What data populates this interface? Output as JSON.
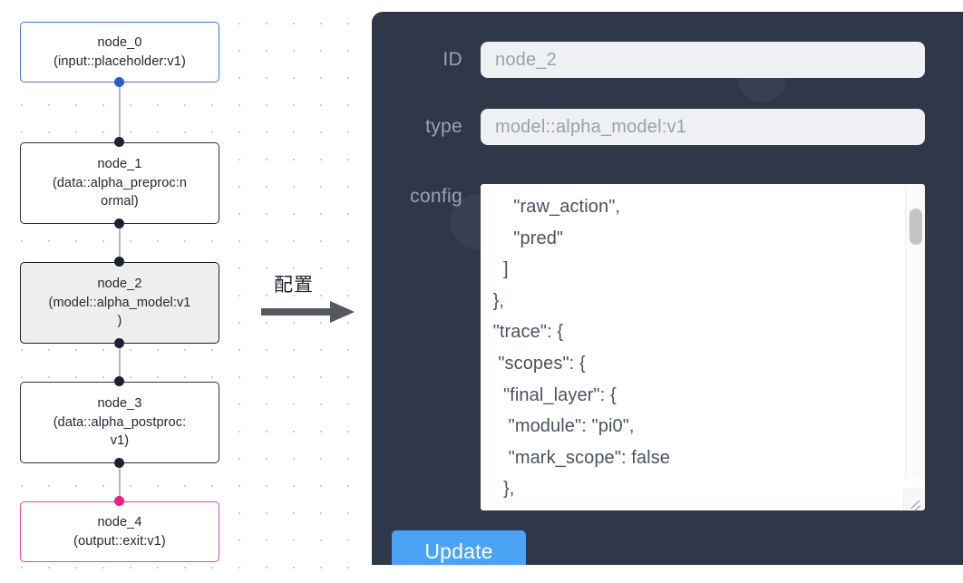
{
  "graph": {
    "nodes": [
      {
        "id": "node_0",
        "label": "node_0\n(input::placeholder:v1)",
        "state": "input"
      },
      {
        "id": "node_1",
        "label": "node_1\n(data::alpha_preproc:n\normal)",
        "state": "default"
      },
      {
        "id": "node_2",
        "label": "node_2\n(model::alpha_model:v1\n)",
        "state": "selected"
      },
      {
        "id": "node_3",
        "label": "node_3\n(data::alpha_postproc:\nv1)",
        "state": "default"
      },
      {
        "id": "node_4",
        "label": "node_4\n(output::exit:v1)",
        "state": "output"
      }
    ],
    "colors": {
      "input_border": "#4a76c4",
      "output_border": "#e4469a",
      "default_border": "#2b2f3a",
      "selected_fill": "#eeeeee",
      "handle": "#1d2230",
      "handle_input": "#2a5fc8",
      "handle_output": "#ec1f82",
      "edge": "#b4b7bd",
      "grid_dot": "#c9ccd2"
    }
  },
  "flow_arrow": {
    "label": "配置",
    "icon": "arrow-right-icon",
    "color": "#55595f"
  },
  "panel": {
    "background": "#2f3849",
    "fields": [
      {
        "name": "id",
        "label": "ID",
        "value": "node_2"
      },
      {
        "name": "type",
        "label": "type",
        "value": "model::alpha_model:v1"
      }
    ],
    "config": {
      "label": "config",
      "value": "     \"raw_action\",\n     \"pred\"\n   ]\n },\n \"trace\": {\n  \"scopes\": {\n   \"final_layer\": {\n    \"module\": \"pi0\",\n    \"mark_scope\": false\n   },\n   \"action_model\": {"
    },
    "update_button": {
      "label": "Update",
      "color": "#4aa3f5"
    },
    "scrollbar": {
      "thumb_color": "#c4c4c4"
    }
  }
}
